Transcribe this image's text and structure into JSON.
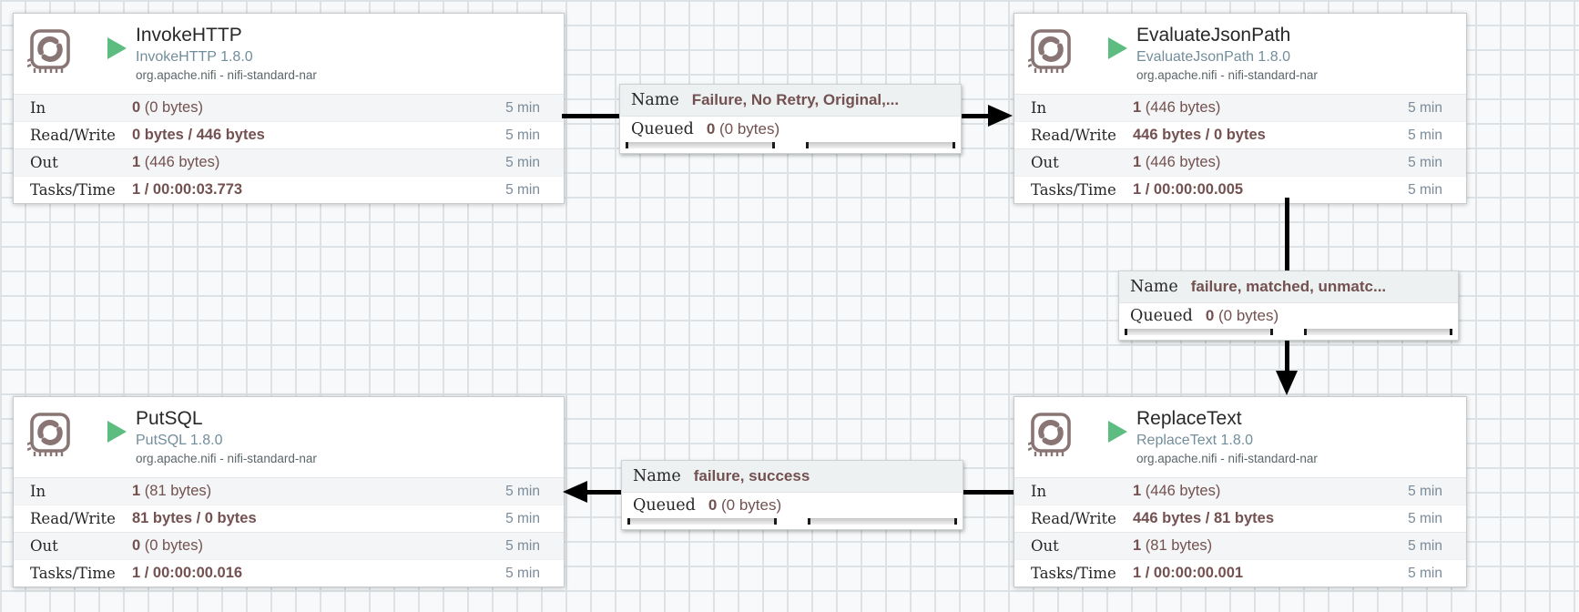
{
  "colors": {
    "run_status_green": "#5dbd80",
    "processor_icon_brown": "#8a7575",
    "stat_value_maroon": "#735150",
    "time_window_gray": "#7b8b99"
  },
  "processors": [
    {
      "title": "InvokeHTTP",
      "version": "InvokeHTTP 1.8.0",
      "bundle": "org.apache.nifi - nifi-standard-nar",
      "stats": [
        {
          "label": "In",
          "bold": "0",
          "plain": " (0 bytes)",
          "window": "5 min"
        },
        {
          "label": "Read/Write",
          "bold": "0 bytes / 446 bytes",
          "plain": "",
          "window": "5 min"
        },
        {
          "label": "Out",
          "bold": "1",
          "plain": " (446 bytes)",
          "window": "5 min"
        },
        {
          "label": "Tasks/Time",
          "bold": "1 / 00:00:03.773",
          "plain": "",
          "window": "5 min"
        }
      ]
    },
    {
      "title": "EvaluateJsonPath",
      "version": "EvaluateJsonPath 1.8.0",
      "bundle": "org.apache.nifi - nifi-standard-nar",
      "stats": [
        {
          "label": "In",
          "bold": "1",
          "plain": " (446 bytes)",
          "window": "5 min"
        },
        {
          "label": "Read/Write",
          "bold": "446 bytes / 0 bytes",
          "plain": "",
          "window": "5 min"
        },
        {
          "label": "Out",
          "bold": "1",
          "plain": " (446 bytes)",
          "window": "5 min"
        },
        {
          "label": "Tasks/Time",
          "bold": "1 / 00:00:00.005",
          "plain": "",
          "window": "5 min"
        }
      ]
    },
    {
      "title": "PutSQL",
      "version": "PutSQL 1.8.0",
      "bundle": "org.apache.nifi - nifi-standard-nar",
      "stats": [
        {
          "label": "In",
          "bold": "1",
          "plain": " (81 bytes)",
          "window": "5 min"
        },
        {
          "label": "Read/Write",
          "bold": "81 bytes / 0 bytes",
          "plain": "",
          "window": "5 min"
        },
        {
          "label": "Out",
          "bold": "0",
          "plain": " (0 bytes)",
          "window": "5 min"
        },
        {
          "label": "Tasks/Time",
          "bold": "1 / 00:00:00.016",
          "plain": "",
          "window": "5 min"
        }
      ]
    },
    {
      "title": "ReplaceText",
      "version": "ReplaceText 1.8.0",
      "bundle": "org.apache.nifi - nifi-standard-nar",
      "stats": [
        {
          "label": "In",
          "bold": "1",
          "plain": " (446 bytes)",
          "window": "5 min"
        },
        {
          "label": "Read/Write",
          "bold": "446 bytes / 81 bytes",
          "plain": "",
          "window": "5 min"
        },
        {
          "label": "Out",
          "bold": "1",
          "plain": " (81 bytes)",
          "window": "5 min"
        },
        {
          "label": "Tasks/Time",
          "bold": "1 / 00:00:00.001",
          "plain": "",
          "window": "5 min"
        }
      ]
    }
  ],
  "connections": [
    {
      "name_label": "Name",
      "name": "Failure, No Retry, Original,...",
      "queued_label": "Queued",
      "queued_count": "0",
      "queued_size": " (0 bytes)"
    },
    {
      "name_label": "Name",
      "name": "failure, matched, unmatc...",
      "queued_label": "Queued",
      "queued_count": "0",
      "queued_size": " (0 bytes)"
    },
    {
      "name_label": "Name",
      "name": "failure, success",
      "queued_label": "Queued",
      "queued_count": "0",
      "queued_size": " (0 bytes)"
    }
  ]
}
